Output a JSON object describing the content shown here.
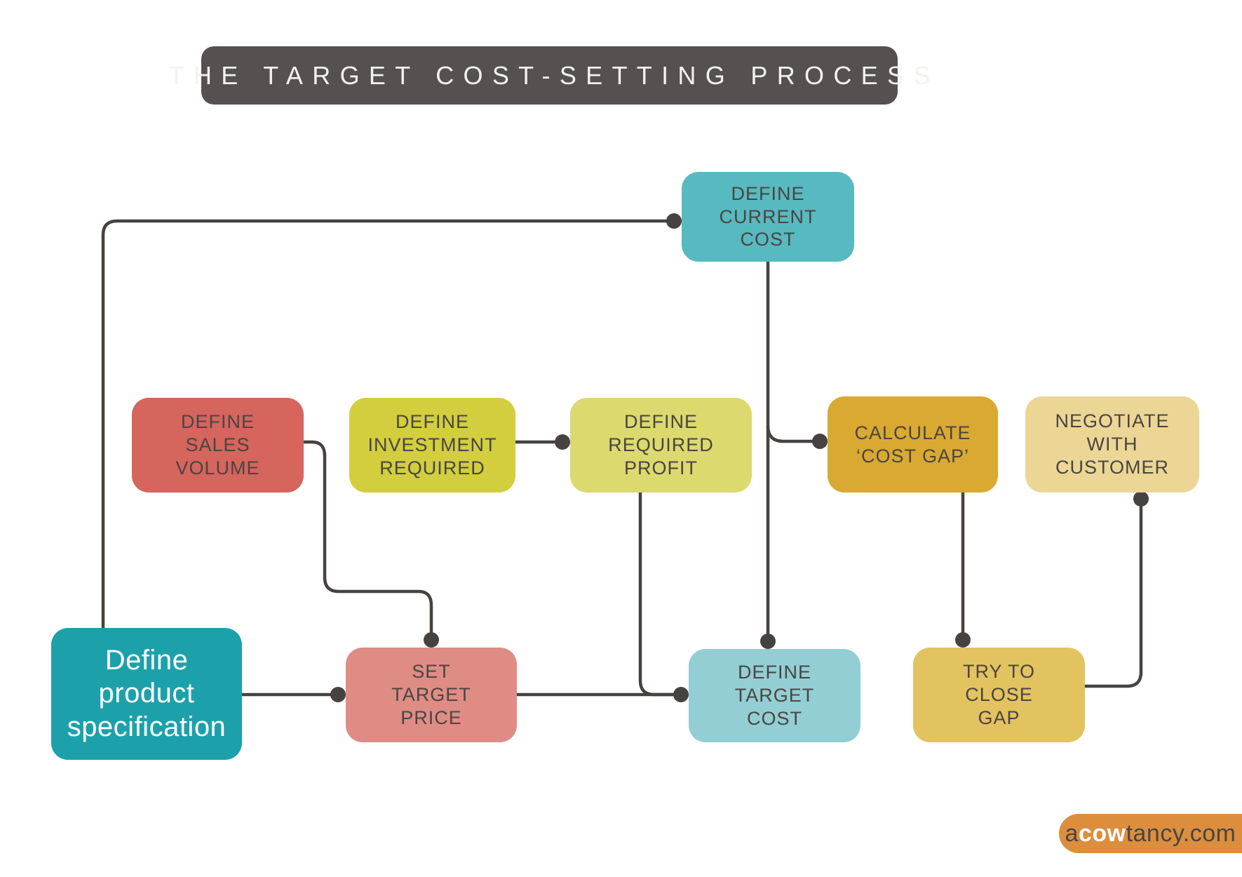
{
  "title": {
    "text": "THE TARGET COST-SETTING PROCESS"
  },
  "colors": {
    "title_bg": "#565150",
    "title_fg": "#F4F2EF",
    "line": "#474240",
    "canvas": "#FFFFFF"
  },
  "nodes": {
    "current_cost": {
      "label": [
        "DEFINE",
        "CURRENT",
        "COST"
      ],
      "bg": "#57BAC0",
      "fg": "#4A4542"
    },
    "sales_volume": {
      "label": [
        "DEFINE",
        "SALES",
        "VOLUME"
      ],
      "bg": "#D5655D",
      "fg": "#4A4542"
    },
    "investment_required": {
      "label": [
        "DEFINE",
        "INVESTMENT",
        "REQUIRED"
      ],
      "bg": "#D2CE3E",
      "fg": "#4A4542"
    },
    "required_profit": {
      "label": [
        "DEFINE",
        "REQUIRED",
        "PROFIT"
      ],
      "bg": "#DCD96E",
      "fg": "#4A4542"
    },
    "cost_gap": {
      "label": [
        "CALCULATE",
        "‘COST GAP’"
      ],
      "bg": "#D9A932",
      "fg": "#4A4542"
    },
    "negotiate": {
      "label": [
        "NEGOTIATE",
        "WITH",
        "CUSTOMER"
      ],
      "bg": "#ECD695",
      "fg": "#4A4542"
    },
    "product_spec": {
      "label": [
        "Define",
        "product",
        "specification"
      ],
      "bg": "#1CA1AB",
      "fg": "#FFFFFF"
    },
    "target_price": {
      "label": [
        "SET",
        "TARGET",
        "PRICE"
      ],
      "bg": "#DF8C85",
      "fg": "#4A4542"
    },
    "target_cost": {
      "label": [
        "DEFINE",
        "TARGET",
        "COST"
      ],
      "bg": "#93CED4",
      "fg": "#4A4542"
    },
    "close_gap": {
      "label": [
        "TRY TO",
        "CLOSE",
        "GAP"
      ],
      "bg": "#E3C260",
      "fg": "#4A4542"
    }
  },
  "logo": {
    "prefix": "a",
    "highlight": "cow",
    "suffix": "tancy.com",
    "bg": "#DC8E3D",
    "fg_dark": "#4A4542",
    "fg_light": "#FFFFFF"
  }
}
